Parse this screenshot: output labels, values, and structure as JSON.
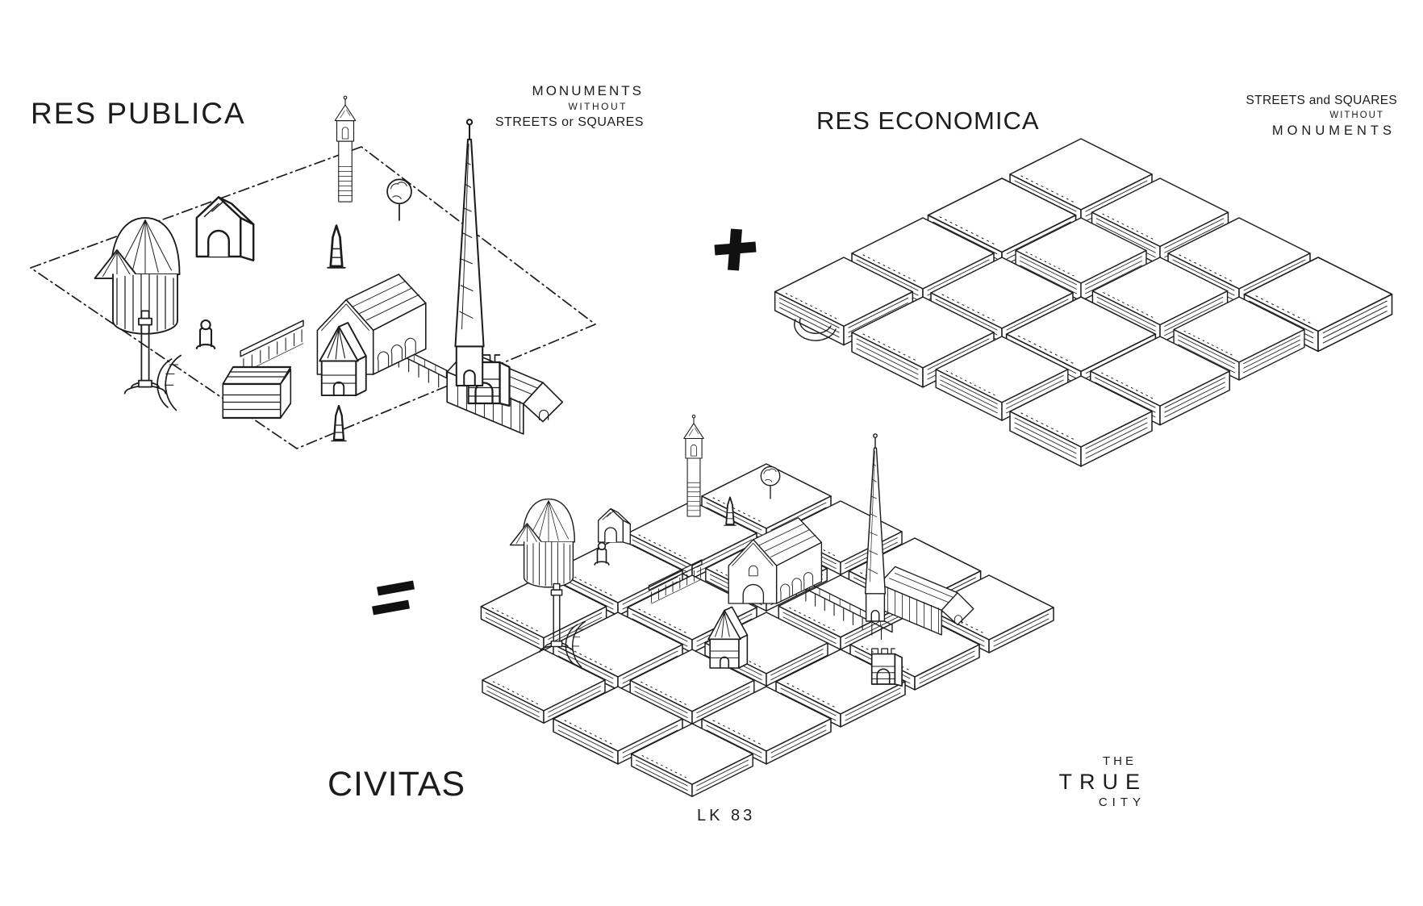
{
  "panels": {
    "res_publica": {
      "title": "RES PUBLICA",
      "caption": {
        "line1": "MONUMENTS",
        "line2": "WITHOUT",
        "line3": "STREETS or SQUARES"
      }
    },
    "res_economica": {
      "title": "RES ECONOMICA",
      "caption": {
        "line1": "STREETS and SQUARES",
        "line2": "WITHOUT",
        "line3": "MONUMENTS"
      }
    },
    "civitas": {
      "title": "CIVITAS",
      "annotation": {
        "line1": "THE",
        "line2": "TRUE",
        "line3": "CITY"
      }
    }
  },
  "operators": {
    "plus": "+",
    "equals": "="
  },
  "signature": "LK 83",
  "colors": {
    "ink": "#1c1c1c",
    "paper": "#ffffff"
  }
}
